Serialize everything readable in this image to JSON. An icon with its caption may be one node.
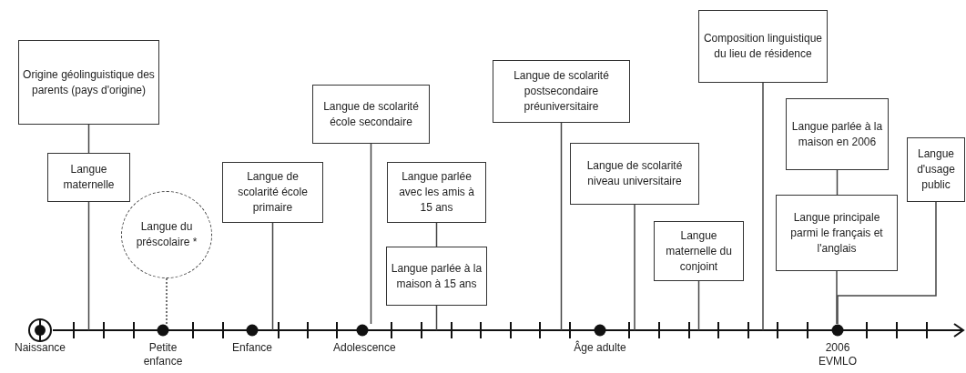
{
  "diagram": {
    "nodes": [
      {
        "text": [
          "Origine géolinguistique des parents (pays d'origine)"
        ]
      },
      {
        "text": [
          "Langue maternelle"
        ]
      },
      {
        "text": [
          "Langue du préscolaire *"
        ]
      },
      {
        "text": [
          "Langue de scolarité école primaire"
        ]
      },
      {
        "text": [
          "Langue de scolarité école secondaire"
        ]
      },
      {
        "text": [
          "Langue parlée avec les amis à 15 ans"
        ]
      },
      {
        "text": [
          "Langue parlée à la maison à 15 ans"
        ]
      },
      {
        "text": [
          "Langue de scolarité postsecondaire préuniversitaire"
        ]
      },
      {
        "text": [
          "Langue de scolarité niveau universitaire"
        ]
      },
      {
        "text": [
          "Langue maternelle du conjoint"
        ]
      },
      {
        "text": [
          "Composition linguistique du lieu de résidence"
        ]
      },
      {
        "text": [
          "Langue parlée à la maison en 2006"
        ]
      },
      {
        "text": [
          "Langue principale parmi le français et l'anglais"
        ]
      },
      {
        "text": [
          "Langue d'usage public"
        ]
      },
      {
        "text": [
          "Naissance"
        ]
      },
      {
        "text": [
          "Petite enfance"
        ]
      },
      {
        "text": [
          "Enfance"
        ]
      },
      {
        "text": [
          "Adolescence"
        ]
      },
      {
        "text": [
          "Âge adulte"
        ]
      },
      {
        "text": [
          "2006 EVMLO"
        ]
      }
    ],
    "edges": [
      {
        "from": 0,
        "to": 1,
        "arrow": "none"
      },
      {
        "from": 1,
        "to": null,
        "arrow": "none"
      },
      {
        "from": 2,
        "to": 15,
        "arrow": "none",
        "style": "dashed"
      },
      {
        "from": 3,
        "to": null,
        "arrow": "none"
      },
      {
        "from": 4,
        "to": 17,
        "arrow": "none"
      },
      {
        "from": 5,
        "to": 6,
        "arrow": "none"
      },
      {
        "from": 6,
        "to": null,
        "arrow": "none"
      },
      {
        "from": 7,
        "to": null,
        "arrow": "none"
      },
      {
        "from": 8,
        "to": null,
        "arrow": "none"
      },
      {
        "from": 9,
        "to": null,
        "arrow": "none"
      },
      {
        "from": 10,
        "to": null,
        "arrow": "none"
      },
      {
        "from": 11,
        "to": 12,
        "arrow": "none"
      },
      {
        "from": 12,
        "to": 19,
        "arrow": "none"
      },
      {
        "from": 13,
        "to": 19,
        "arrow": "none"
      }
    ]
  }
}
